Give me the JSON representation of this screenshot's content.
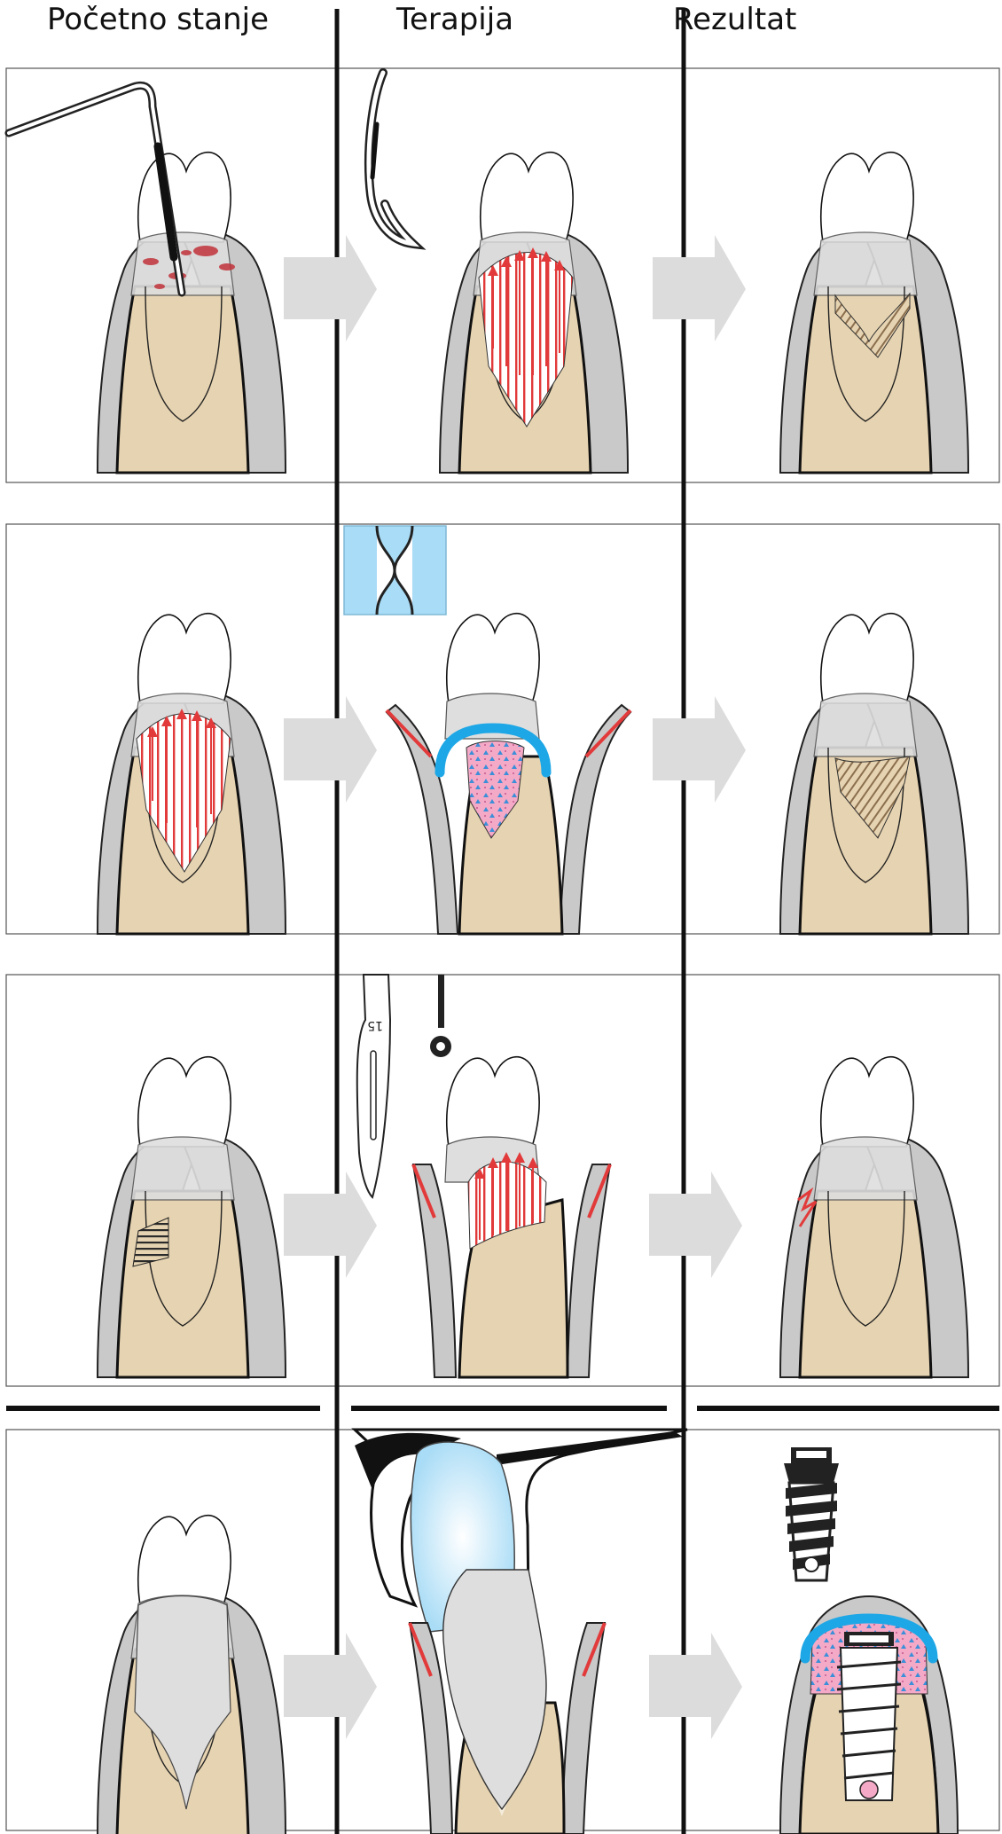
{
  "header": {
    "col1_title": "Početno stanje",
    "col2_title": "Terapija",
    "col3_title": "Rezultat"
  },
  "instrument": {
    "scalpel_number": "15"
  },
  "colors": {
    "gingiva_gray": "#c9c9c9",
    "bone_beige": "#e6d3b1",
    "enamel_gray": "#dedede",
    "defect_red": "#e23a3a",
    "graft_pink": "#f4a9c7",
    "graft_blue": "#3b8fd9",
    "membrane_blue": "#1ea7e6",
    "matrix_light_blue": "#a9dcf6",
    "arrow_gray": "#dcdcdc"
  },
  "panels": [
    {
      "row": 1,
      "col": 1,
      "stage": "initial",
      "icon": "periodontal-probe-icon"
    },
    {
      "row": 1,
      "col": 2,
      "stage": "therapy",
      "icon": "curette-icon"
    },
    {
      "row": 1,
      "col": 3,
      "stage": "result"
    },
    {
      "row": 2,
      "col": 1,
      "stage": "initial"
    },
    {
      "row": 2,
      "col": 2,
      "stage": "therapy",
      "icon": "membrane-icon"
    },
    {
      "row": 2,
      "col": 3,
      "stage": "result"
    },
    {
      "row": 3,
      "col": 1,
      "stage": "initial"
    },
    {
      "row": 3,
      "col": 2,
      "stage": "therapy",
      "icon": "scalpel-icon"
    },
    {
      "row": 3,
      "col": 3,
      "stage": "result"
    },
    {
      "row": 4,
      "col": 1,
      "stage": "initial"
    },
    {
      "row": 4,
      "col": 2,
      "stage": "therapy",
      "icon": "extraction-forceps-icon"
    },
    {
      "row": 4,
      "col": 3,
      "stage": "result",
      "icon": "dental-implant-icon"
    }
  ]
}
